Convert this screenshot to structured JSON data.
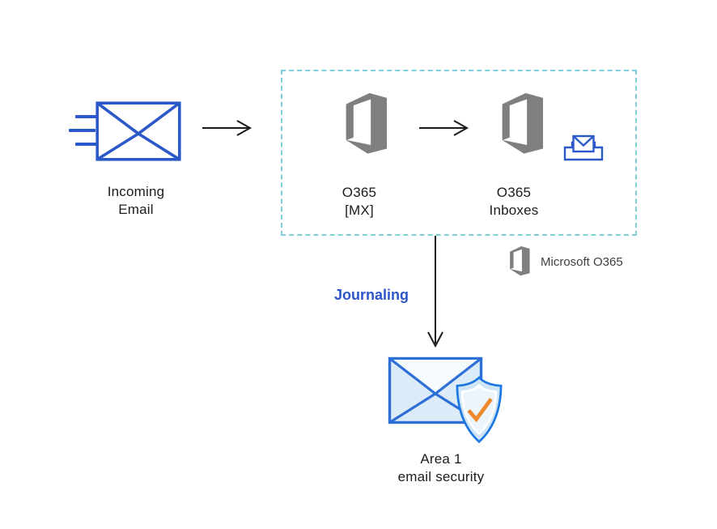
{
  "nodes": {
    "incoming_email": {
      "label": "Incoming\nEmail"
    },
    "o365_mx": {
      "label": "O365\n[MX]"
    },
    "o365_inboxes": {
      "label": "O365\nInboxes"
    },
    "area1": {
      "label": "Area 1\nemail security"
    }
  },
  "annotations": {
    "journaling": "Journaling",
    "legend": "Microsoft O365"
  },
  "icons": {
    "incoming_envelope": "blue-outline-envelope",
    "speed_lines": "motion-dashes",
    "office_logo": "microsoft-office-logo",
    "inbox_tray": "envelope-in-inbox-tray",
    "secure_envelope": "light-blue-filled-envelope",
    "shield_check": "shield-with-checkmark",
    "arrow_right": "thin-open-arrow-right",
    "arrow_down": "thin-open-arrow-down"
  },
  "colors": {
    "envelope_blue": "#2b59c9",
    "office_gray": "#7f7f7f",
    "box_dash_teal": "#7ecfdb",
    "journaling_blue": "#2d55c8",
    "area1_blue": "#2e6fd6",
    "shield_blue": "#1b78e0",
    "check_orange": "#ef8a2c",
    "arrow_black": "#1a1a1a",
    "envelope_fill": "#dcebf8",
    "label_black": "#1c1c1c"
  }
}
